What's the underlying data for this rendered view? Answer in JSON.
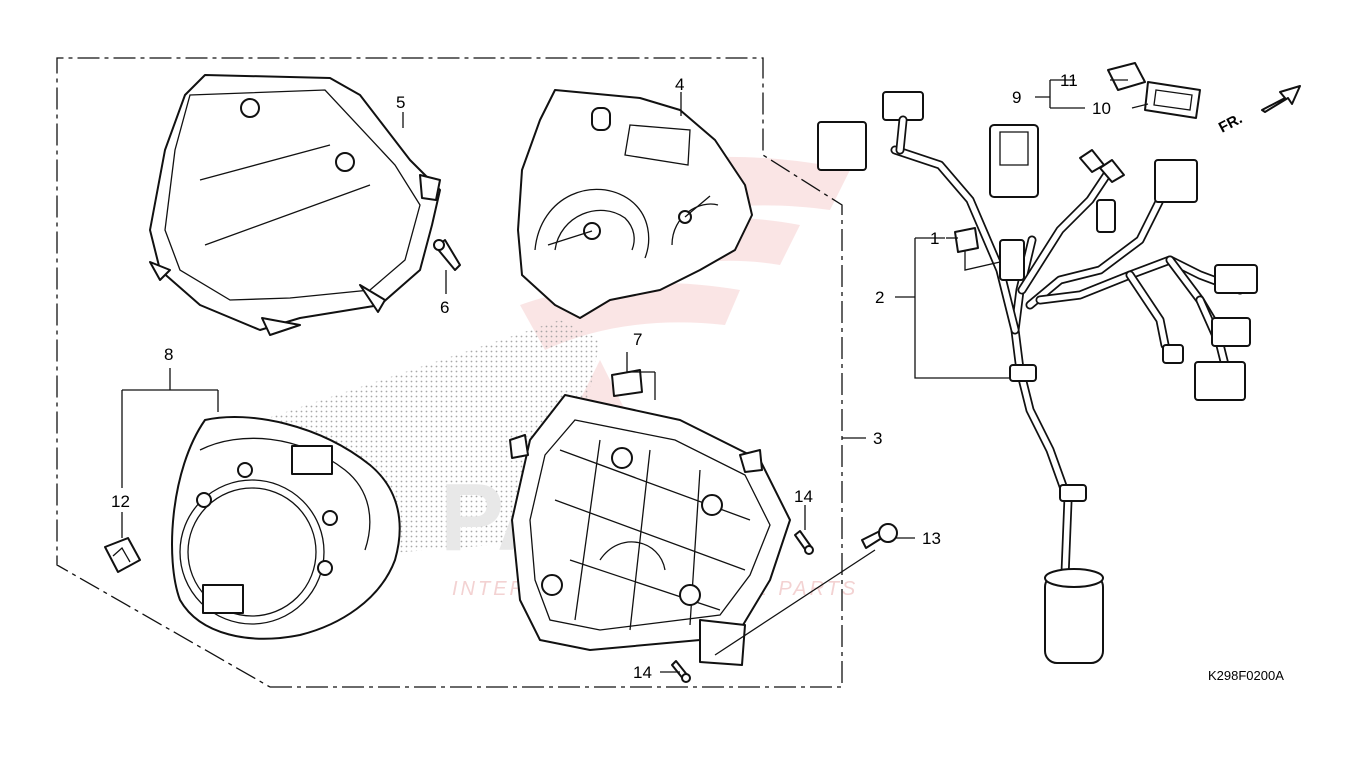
{
  "watermark": {
    "brand": "PARTS",
    "tagline": "INTERNATIONAL GENUINE PARTS"
  },
  "direction_label": "FR.",
  "diagram_code": "K298F0200A",
  "callouts": {
    "n1": "1",
    "n2": "2",
    "n3": "3",
    "n4": "4",
    "n5": "5",
    "n6": "6",
    "n7": "7",
    "n8": "8",
    "n9": "9",
    "n10": "10",
    "n11": "11",
    "n12": "12",
    "n13": "13",
    "n14a": "14",
    "n14b": "14"
  }
}
